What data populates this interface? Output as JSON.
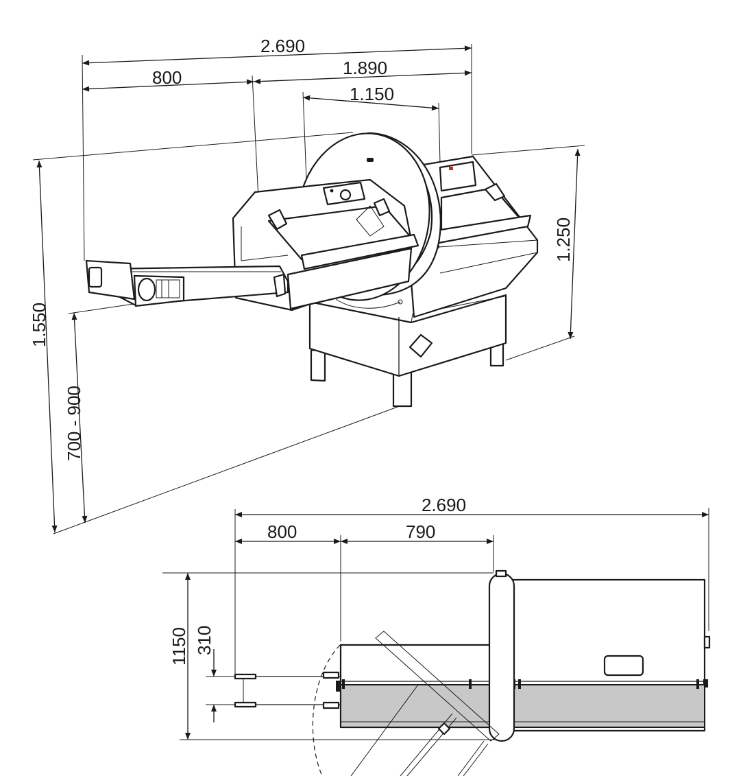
{
  "perspective_view": {
    "dim_total_length": "2.690",
    "dim_feeder_length": "800",
    "dim_machine_length": "1.890",
    "dim_blade_span": "1.150",
    "dim_total_height": "1.550",
    "dim_machine_height": "1.250",
    "dim_table_height": "700 - 900"
  },
  "top_view": {
    "dim_total_length": "2.690",
    "dim_feeder_length": "800",
    "dim_section_length": "790",
    "dim_depth": "1150",
    "dim_offset": "310"
  }
}
